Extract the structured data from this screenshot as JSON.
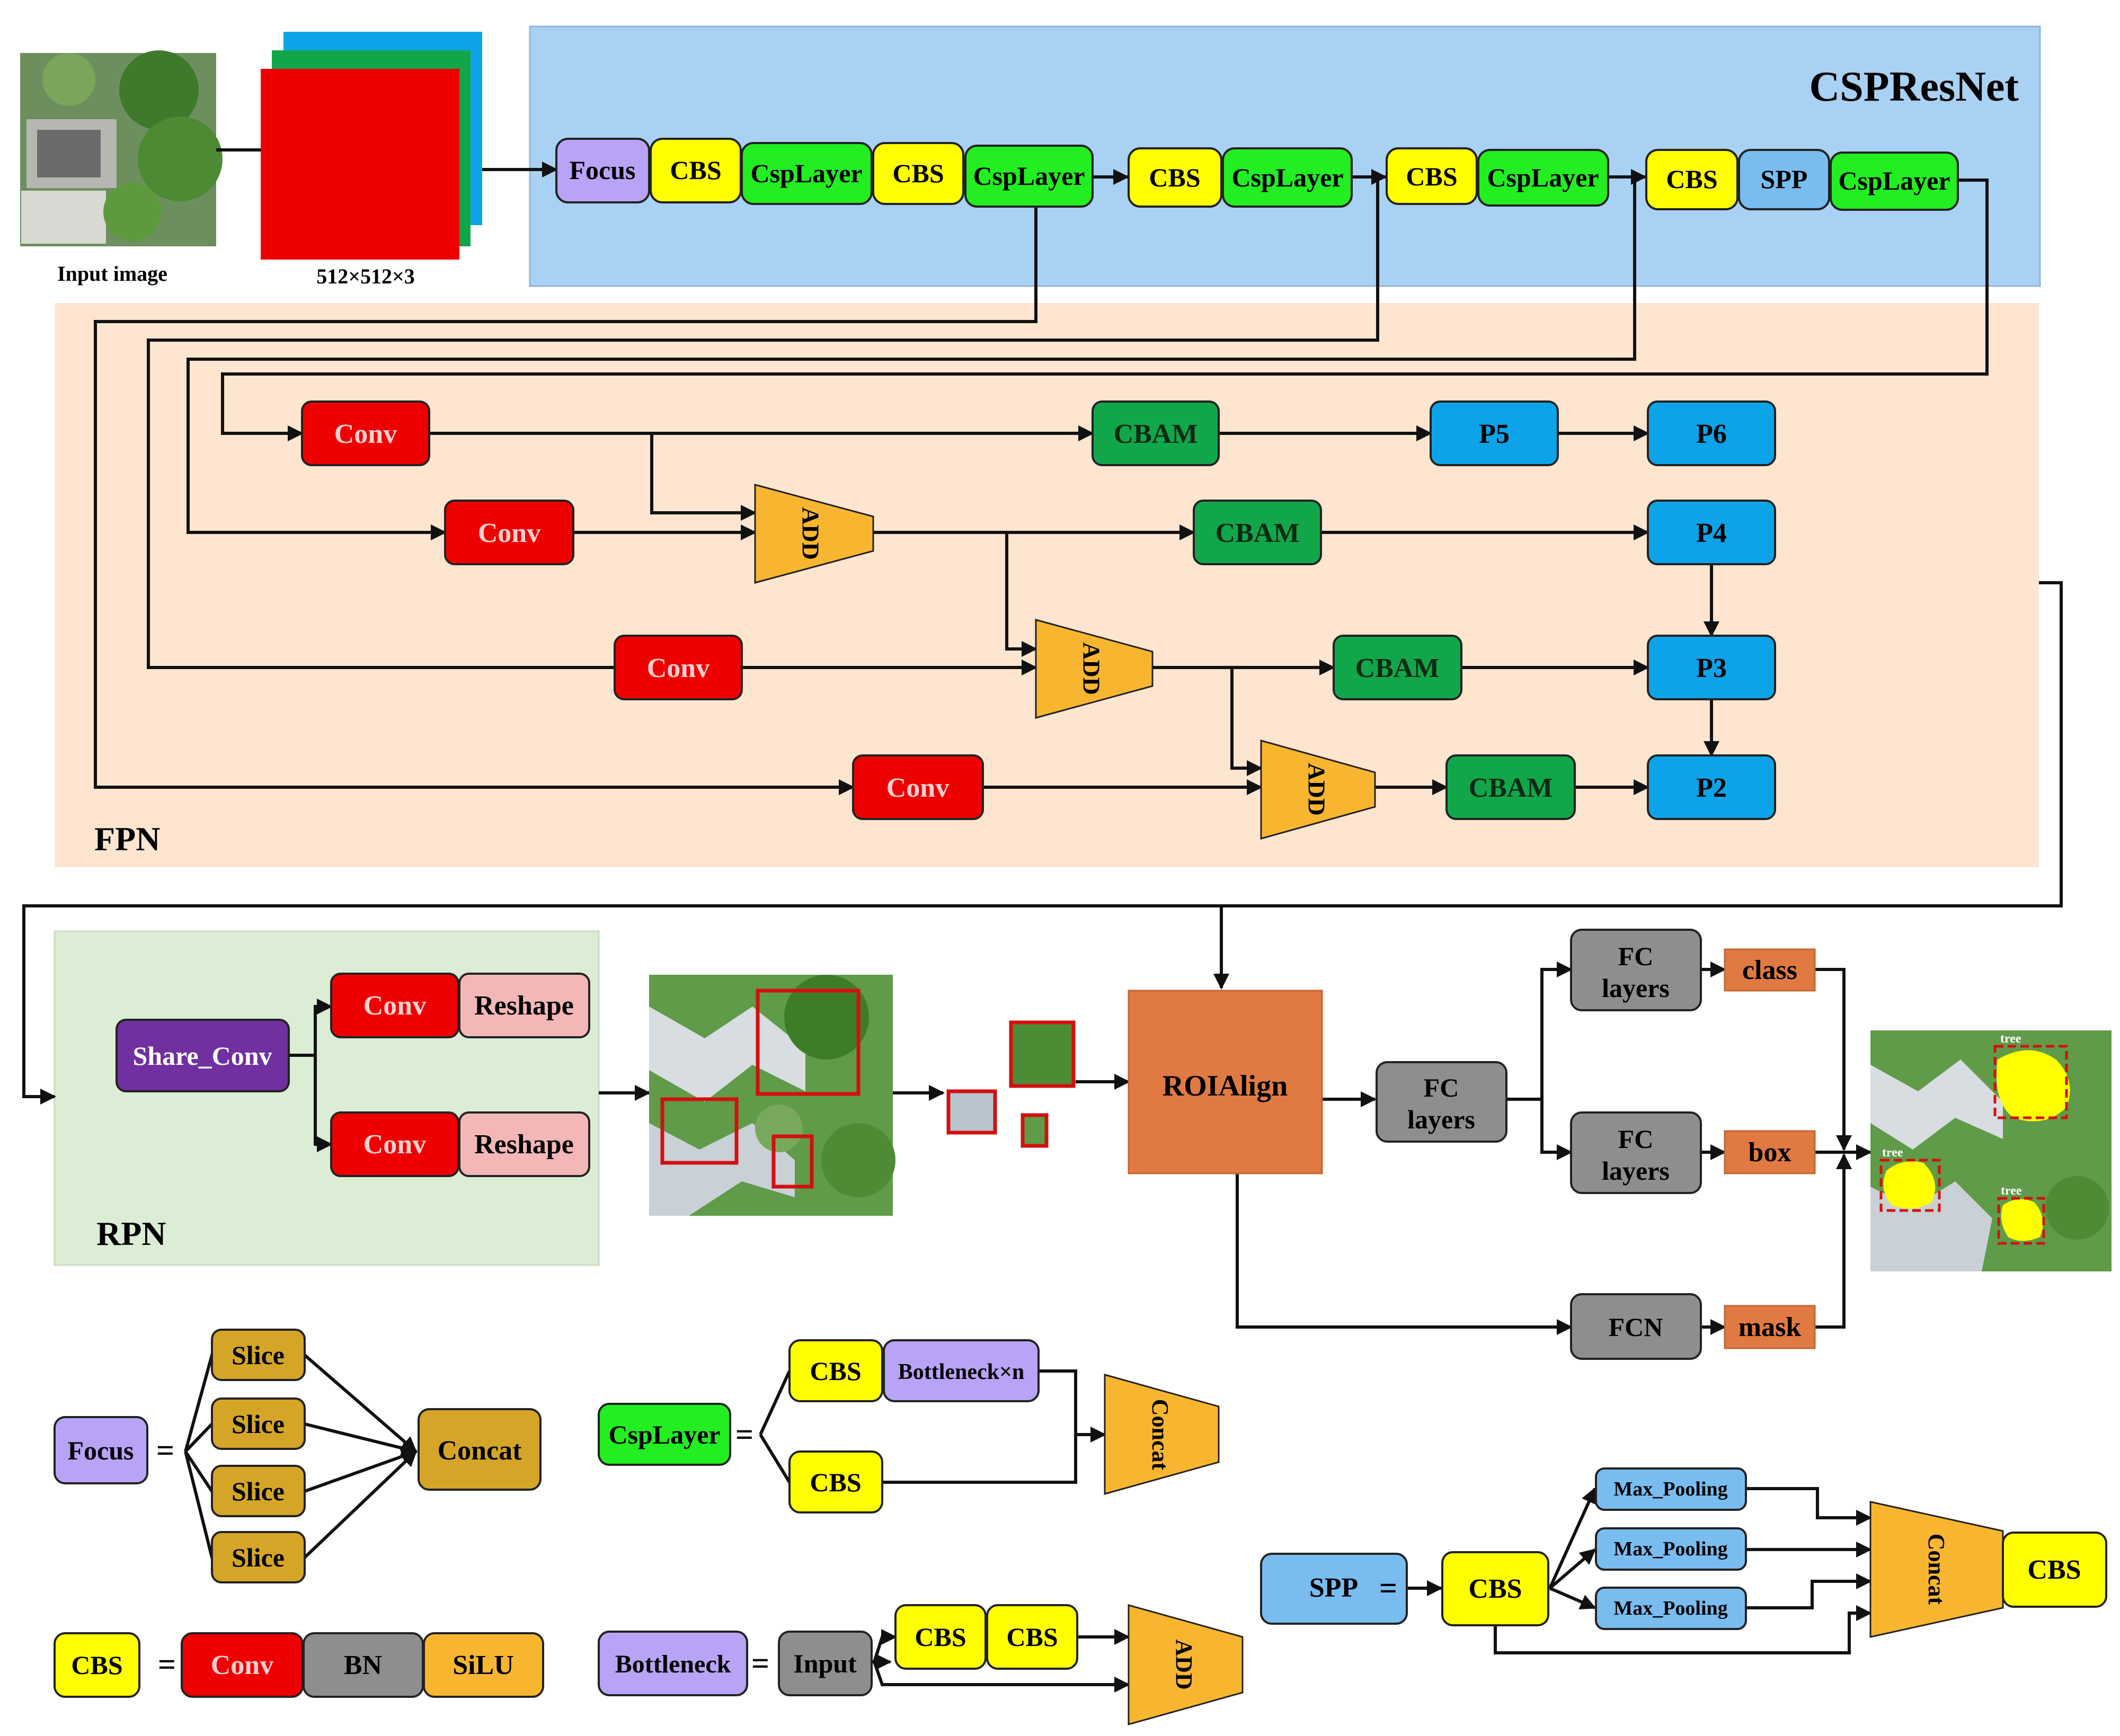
{
  "colors": {
    "backbone_bg": "#a9d1f3",
    "fpn_bg": "#fde5cf",
    "rpn_bg": "#dcedd5",
    "focus": "#b9a3f6",
    "cbs": "#ffff00",
    "csplayer": "#22ee22",
    "spp": "#79bdf0",
    "conv": "#ee0000",
    "cbam": "#12a64a",
    "p_box": "#0da3e8",
    "add": "#f8b630",
    "share_conv": "#7030a0",
    "reshape": "#f4b7b7",
    "roialign": "#e07a42",
    "fc": "#8e8e8e",
    "output": "#e07a42",
    "slice": "#d5a528",
    "bn": "#8e8e8e",
    "silu": "#f8b630",
    "bottleneck": "#b9a3f6",
    "max_pooling": "#79bdf0",
    "tree_overlay": "#ffff00",
    "roi_frame": "#d31010"
  },
  "input": {
    "image_label": "Input image",
    "tensor_label": "512×512×3"
  },
  "backbone": {
    "title": "CSPResNet",
    "focus": "Focus",
    "cbs": "CBS",
    "csplayer": "CspLayer",
    "spp": "SPP"
  },
  "fpn": {
    "title": "FPN",
    "conv": "Conv",
    "cbam": "CBAM",
    "add": "ADD",
    "p5": "P5",
    "p6": "P6",
    "p4": "P4",
    "p3": "P3",
    "p2": "P2"
  },
  "rpn": {
    "title": "RPN",
    "share_conv": "Share_Conv",
    "conv": "Conv",
    "reshape": "Reshape"
  },
  "head": {
    "roialign": "ROIAlign",
    "fc_line1": "FC",
    "fc_line2": "layers",
    "fcn": "FCN",
    "class": "class",
    "box": "box",
    "mask": "mask",
    "tree_label": "tree"
  },
  "legend": {
    "equals": "=",
    "focus": "Focus",
    "slice": "Slice",
    "concat": "Concat",
    "csplayer": "CspLayer",
    "cbs": "CBS",
    "bottleneck_n": "Bottleneck×n",
    "conv": "Conv",
    "bn": "BN",
    "silu": "SiLU",
    "bottleneck": "Bottleneck",
    "input": "Input",
    "add": "ADD",
    "spp": "SPP",
    "max_pooling": "Max_Pooling"
  }
}
